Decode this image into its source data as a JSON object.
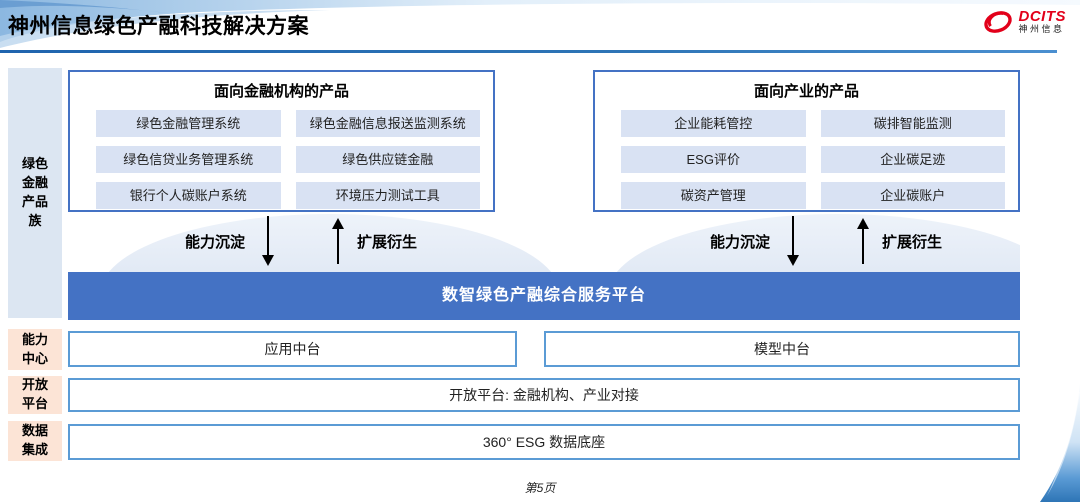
{
  "header": {
    "title": "神州信息绿色产融科技解决方案",
    "logo": {
      "brand": "DCITS",
      "sub": "神州信息"
    }
  },
  "sidebar": {
    "family": "绿色金融产品族",
    "capability": "能力中心",
    "open": "开放平台",
    "data": "数据集成"
  },
  "groups": [
    {
      "title": "面向金融机构的产品",
      "items": [
        "绿色金融管理系统",
        "绿色金融信息报送监测系统",
        "绿色信贷业务管理系统",
        "绿色供应链金融",
        "银行个人碳账户系统",
        "环境压力测试工具"
      ]
    },
    {
      "title": "面向产业的产品",
      "items": [
        "企业能耗管控",
        "碳排智能监测",
        "ESG评价",
        "企业碳足迹",
        "碳资产管理",
        "企业碳账户"
      ]
    }
  ],
  "arrows": {
    "down": "能力沉淀",
    "up": "扩展衍生"
  },
  "platform": {
    "title": "数智绿色产融综合服务平台"
  },
  "middle": {
    "left": "应用中台",
    "right": "模型中台"
  },
  "open_platform": {
    "text": "开放平台: 金融机构、产业对接"
  },
  "data_base": {
    "text": "360° ESG 数据底座"
  },
  "footer": {
    "page": "第5页"
  },
  "colors": {
    "accent_blue": "#4472C4",
    "border_light_blue": "#5B9BD5",
    "item_fill": "#D9E2F3",
    "sidebar_blue": "#DCE6F2",
    "sidebar_peach": "#FCE4D6",
    "brand_red": "#E2001A",
    "rule_blue": "#2E75B6"
  }
}
